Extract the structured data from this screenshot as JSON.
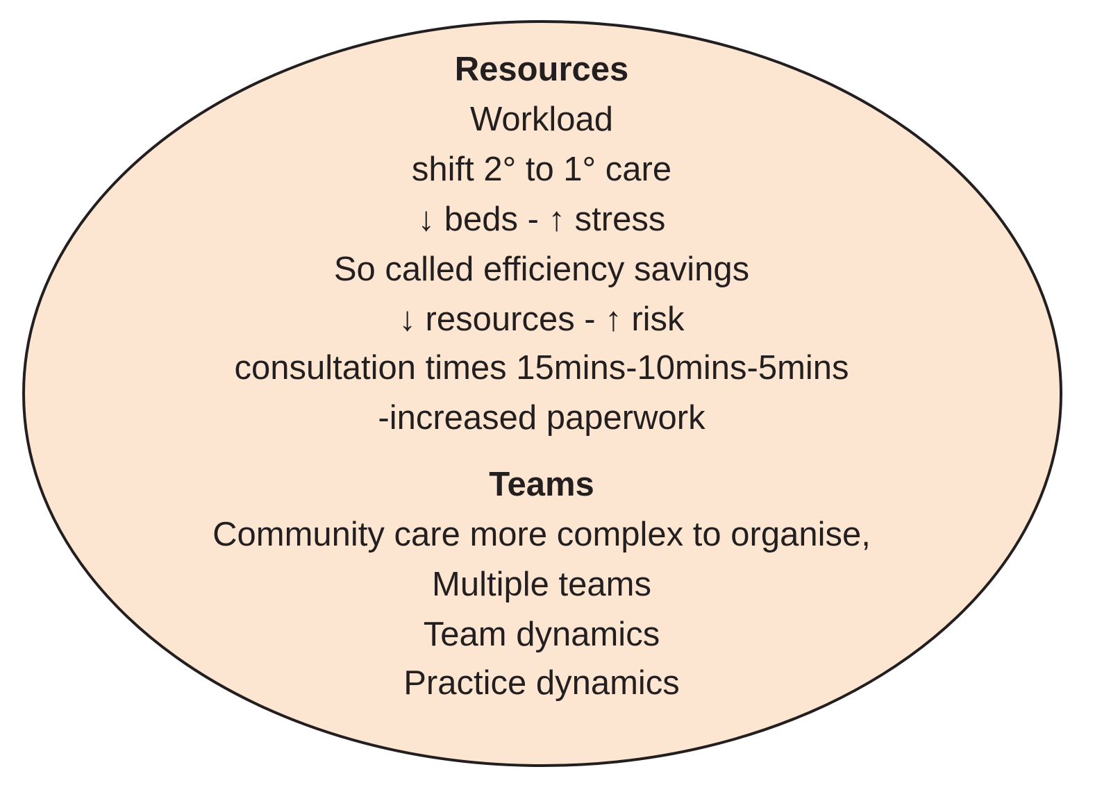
{
  "colors": {
    "fill": "#fde6d1",
    "stroke": "#231f20",
    "text": "#231f20"
  },
  "resources": {
    "heading": "Resources",
    "lines": [
      "Workload",
      "shift 2° to 1° care",
      "↓ beds - ↑ stress",
      "So called efficiency savings",
      "↓ resources - ↑ risk",
      "consultation times 15mins-10mins-5mins",
      "-increased paperwork"
    ]
  },
  "teams": {
    "heading": "Teams",
    "lines": [
      "Community care more complex to organise,",
      "Multiple teams",
      "Team dynamics",
      "Practice dynamics"
    ]
  }
}
